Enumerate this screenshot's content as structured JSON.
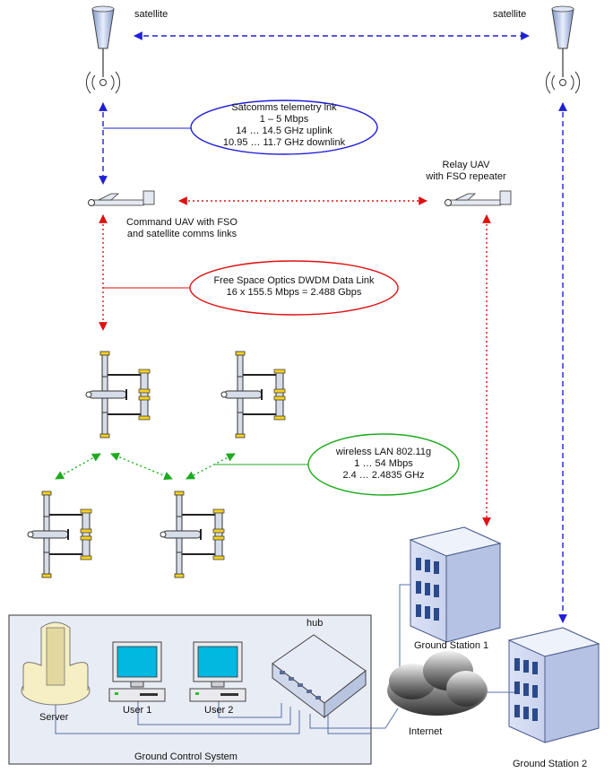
{
  "satellite_left": "satellite",
  "satellite_right": "satellite",
  "satcom_link": {
    "line1": "Satcomms telemetry lnk",
    "line2": "1 – 5 Mbps",
    "line3": "14 … 14.5 GHz uplink",
    "line4": "10.95 … 11.7 GHz downlink"
  },
  "relay_uav": {
    "line1": "Relay UAV",
    "line2": "with FSO repeater"
  },
  "command_uav": {
    "line1": "Command UAV with FSO",
    "line2": "and satellite comms links"
  },
  "fso_link": {
    "line1": "Free Space Optics DWDM Data Link",
    "line2": "16 x 155.5 Mbps = 2.488 Gbps"
  },
  "wlan_link": {
    "line1": "wireless LAN 802.11g",
    "line2": "1 … 54 Mbps",
    "line3": "2.4 … 2.4835 GHz"
  },
  "hub": "hub",
  "server": "Server",
  "user1": "User 1",
  "user2": "User 2",
  "gcs": "Ground Control System",
  "ground_station_1": "Ground Station 1",
  "ground_station_2": "Ground Station 2",
  "internet": "Internet",
  "colors": {
    "satcom": "#1f1fd6",
    "fso": "#e01010",
    "wlan": "#1faa1f",
    "inter_sat": "#1f1fd6",
    "gcs_box": "#e8ecf4",
    "building": "#c9d3ee",
    "window": "#2a4a8a",
    "monitor": "#00b8e0"
  }
}
